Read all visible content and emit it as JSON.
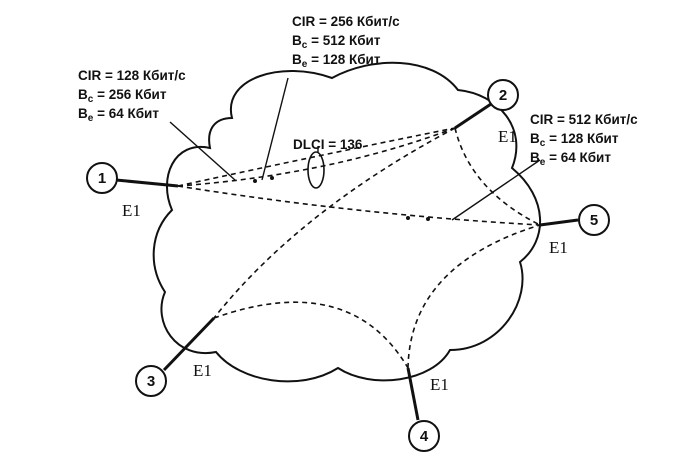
{
  "nodes": [
    {
      "id": "1",
      "label": "1",
      "port": "E1"
    },
    {
      "id": "2",
      "label": "2",
      "port": "E1"
    },
    {
      "id": "3",
      "label": "3",
      "port": "E1"
    },
    {
      "id": "4",
      "label": "4",
      "port": "E1"
    },
    {
      "id": "5",
      "label": "5",
      "port": "E1"
    }
  ],
  "dlci": "DLCI = 136",
  "annotations": {
    "left": {
      "cir": "CIR = 128 Кбит/с",
      "bc_value": " = 256 Кбит",
      "be_value": " = 64 Кбит"
    },
    "top": {
      "cir": "CIR = 256 Кбит/с",
      "bc_value": " = 512 Кбит",
      "be_value": " = 128 Кбит"
    },
    "right": {
      "cir": "CIR = 512 Кбит/с",
      "bc_value": " = 128 Кбит",
      "be_value": " = 64 Кбит"
    }
  },
  "symbols": {
    "b": "B",
    "sub_c": "c",
    "sub_e": "e"
  }
}
